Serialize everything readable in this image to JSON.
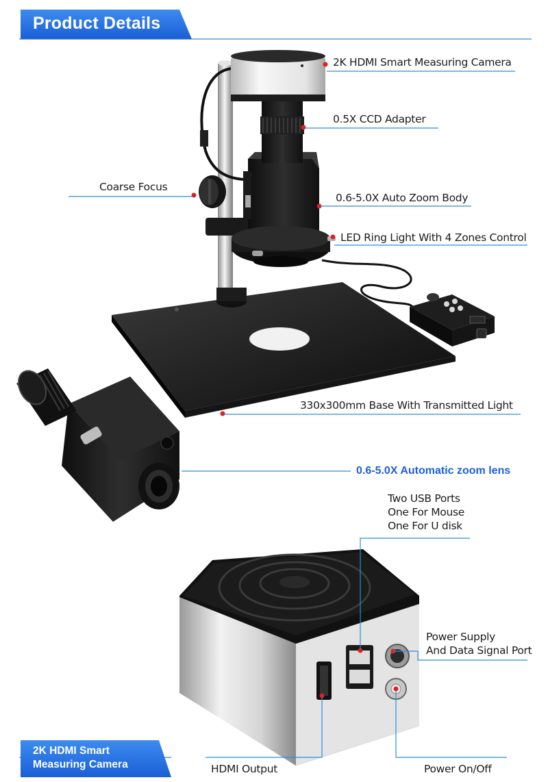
{
  "header": {
    "title": "Product Details"
  },
  "callouts": {
    "camera": "2K  HDMI Smart Measuring Camera",
    "adapter": "0.5X CCD Adapter",
    "coarse_focus": "Coarse  Focus",
    "zoom_body": "0.6-5.0X Auto Zoom Body",
    "ring_light": "LED Ring Light With 4 Zones Control",
    "base": "330x300mm Base With Transmitted Light",
    "zoom_lens": "0.6-5.0X Automatic zoom lens",
    "usb_line1": "Two USB Ports",
    "usb_line2": "One For Mouse",
    "usb_line3": "One For U disk",
    "power_port_line1": "Power Supply",
    "power_port_line2": "And Data Signal Port",
    "hdmi": "HDMI Output",
    "power_switch": "Power On/Off"
  },
  "footer": {
    "line1": "2K HDMI Smart",
    "line2": "Measuring Camera"
  },
  "colors": {
    "accent": "#1f6fe0",
    "callout_line": "#2a8fd6",
    "dot": "#e02020"
  }
}
